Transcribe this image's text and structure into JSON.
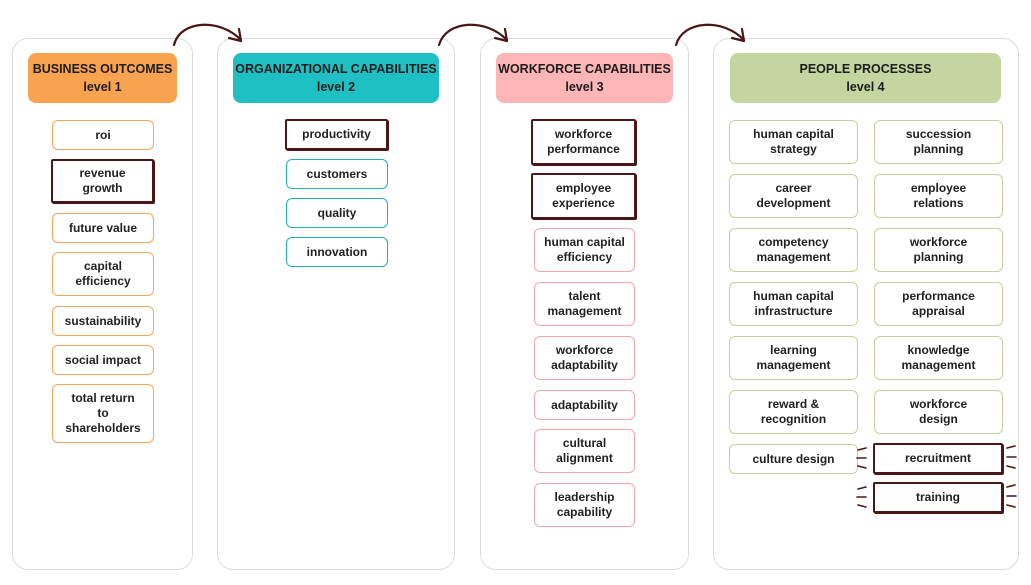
{
  "columns": [
    {
      "title": "BUSINESS OUTCOMES",
      "level": "level 1",
      "color": "#f9a24f",
      "items": [
        "roi",
        "revenue\ngrowth",
        "future value",
        "capital\nefficiency",
        "sustainability",
        "social impact",
        "total return\nto\nshareholders"
      ]
    },
    {
      "title": "ORGANIZATIONAL CAPABILITIES",
      "level": "level 2",
      "color": "#1fc0c4",
      "items": [
        "productivity",
        "customers",
        "quality",
        "innovation"
      ]
    },
    {
      "title": "WORKFORCE CAPABILITIES",
      "level": "level 3",
      "color": "#fdb5b5",
      "items": [
        "workforce\nperformance",
        "employee\nexperience",
        "human capital\nefficiency",
        "talent\nmanagement",
        "workforce\nadaptability",
        "adaptability",
        "cultural\nalignment",
        "leadership\ncapability"
      ]
    },
    {
      "title": "PEOPLE PROCESSES",
      "level": "level 4",
      "color": "#c5d5a0",
      "items_left": [
        "human capital\nstrategy",
        "career\ndevelopment",
        "competency\nmanagement",
        "human capital\ninfrastructure",
        "learning\nmanagement",
        "reward &\nrecognition",
        "culture design"
      ],
      "items_right": [
        "succession\nplanning",
        "employee\nrelations",
        "workforce\nplanning",
        "performance\nappraisal",
        "knowledge\nmanagement",
        "workforce\ndesign",
        "recruitment",
        "training"
      ]
    }
  ]
}
